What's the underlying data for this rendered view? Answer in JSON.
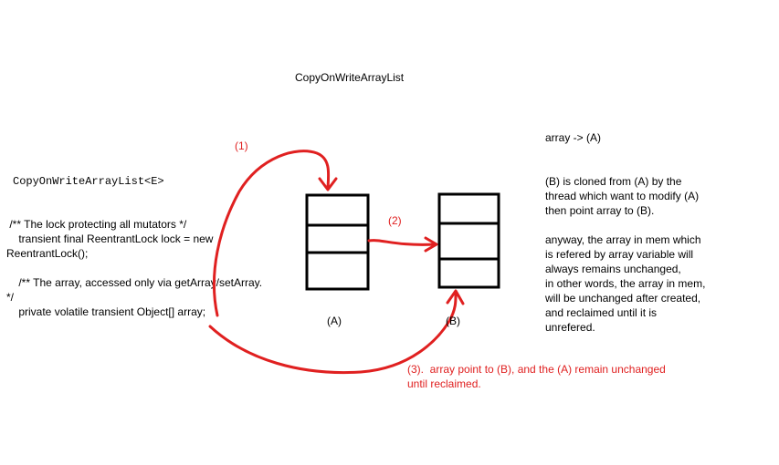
{
  "title": "CopyOnWriteArrayList",
  "code": {
    "class_decl": "CopyOnWriteArrayList<E>",
    "lines": [
      " /** The lock protecting all mutators */",
      "    transient final ReentrantLock lock = new",
      "ReentrantLock();",
      "",
      "    /** The array, accessed only via getArray/setArray.",
      "*/",
      "    private volatile transient Object[] array;"
    ]
  },
  "arrays": {
    "a_label": "(A)",
    "b_label": "(B)"
  },
  "steps": {
    "step1": "(1)",
    "step2": "(2)",
    "step3_line1": "(3).  array point to (B), and the (A) remain unchanged",
    "step3_line2": "until reclaimed."
  },
  "notes": {
    "pointer": "array -> (A)",
    "clone_lines": [
      "(B) is cloned from (A) by the",
      "thread which want to modify (A)",
      "then point array to (B)."
    ],
    "summary_lines": [
      "anyway, the array in mem which",
      "is refered by array variable will",
      "always remains unchanged,",
      "in other words, the array in mem,",
      "will be unchanged after created,",
      "and reclaimed until it is",
      "unrefered."
    ]
  },
  "colors": {
    "arrow": "#e02020",
    "text_red": "#e02020",
    "box": "#000000"
  }
}
